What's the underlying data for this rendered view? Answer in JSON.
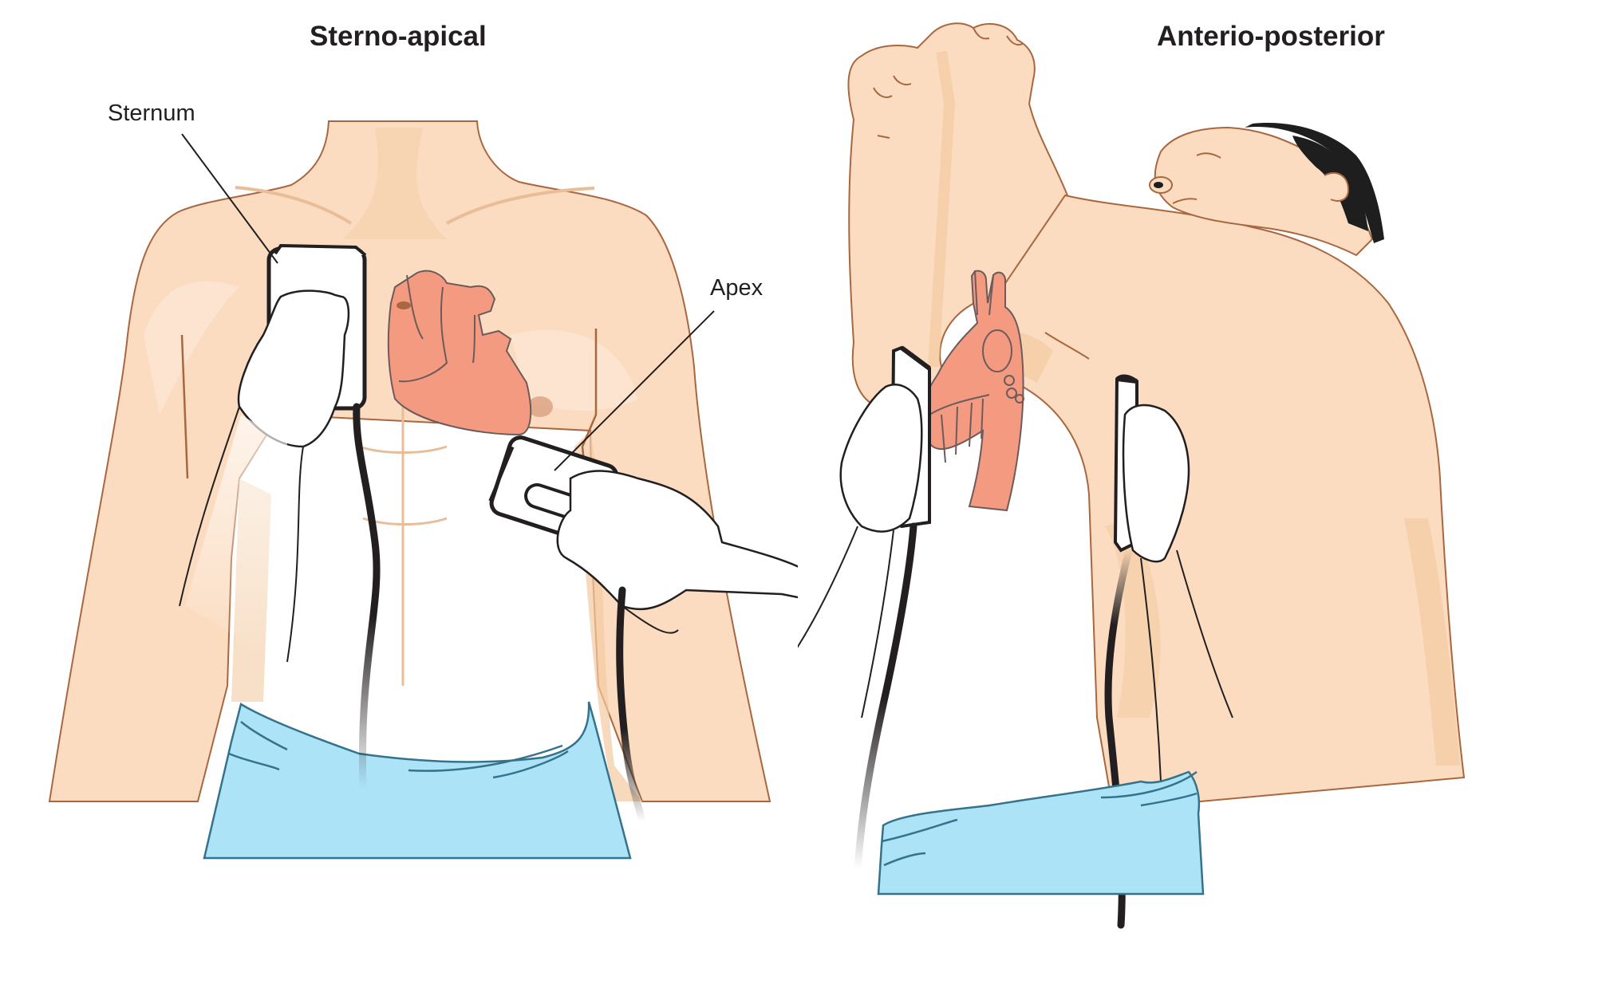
{
  "figure": {
    "panels": [
      {
        "id": "sterno-apical",
        "title": "Sterno-apical",
        "labels": [
          {
            "text": "Sternum"
          },
          {
            "text": "Apex"
          }
        ]
      },
      {
        "id": "anterio-posterior",
        "title": "Anterio-posterior",
        "labels": []
      }
    ],
    "colors": {
      "skin": "#fbdcc0",
      "skin_shadow": "#f3cba3",
      "skin_highlight": "#fde6d3",
      "skin_outline": "#a8673f",
      "heart": "#f39a80",
      "heart_outline": "#6d5b5b",
      "drape": "#ade3f7",
      "drape_outline": "#35738c",
      "hair": "#1e1e1e",
      "cable": "#231f20",
      "paddle": "#ffffff",
      "text": "#231f20"
    }
  }
}
